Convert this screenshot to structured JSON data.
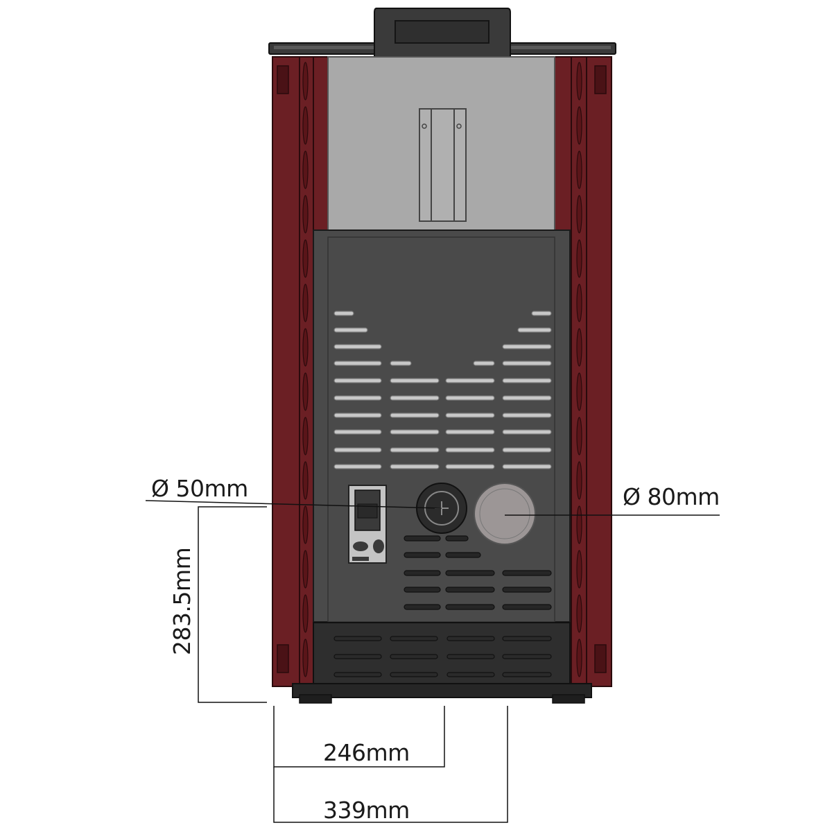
{
  "dimensions": {
    "inlet_diameter": "Ø 50mm",
    "outlet_diameter": "Ø 80mm",
    "outlet_height": "283.5mm",
    "inlet_offset": "246mm",
    "outlet_offset": "339mm"
  },
  "colors": {
    "side_panel": "#6b1f24",
    "side_panel_light": "#7d2a2f",
    "top_plate": "#a9a9a9",
    "back_panel": "#4a4a4a",
    "base": "#2e2e2e",
    "vent_light": "#c8c8c8",
    "vent_dark": "#262626",
    "outlet_light": "#9c9696",
    "inlet_dark": "#2b2b2b"
  }
}
